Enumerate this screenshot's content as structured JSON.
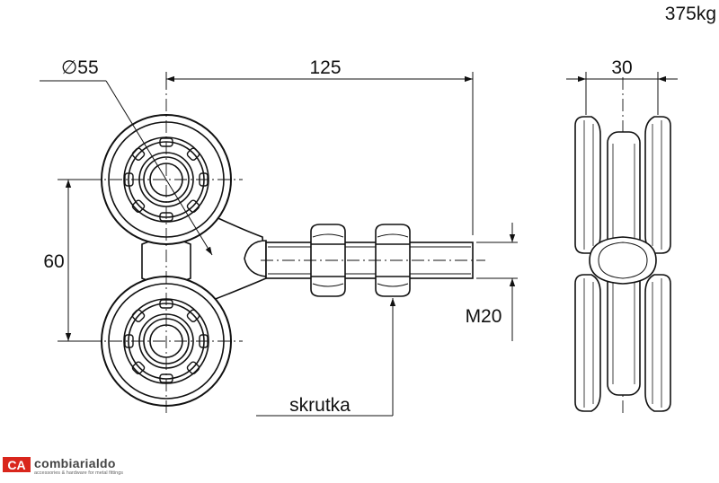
{
  "drawing": {
    "weight_label": "375kg",
    "diameter_label": "∅55",
    "length_label": "125",
    "spacing_label": "60",
    "width_label": "30",
    "thread_label": "M20",
    "part_label": "skrutka"
  },
  "logo": {
    "mark": "CA",
    "name": "combiarialdo",
    "tagline": "accessories & hardware for metal fittings",
    "color": "#d9261c"
  }
}
